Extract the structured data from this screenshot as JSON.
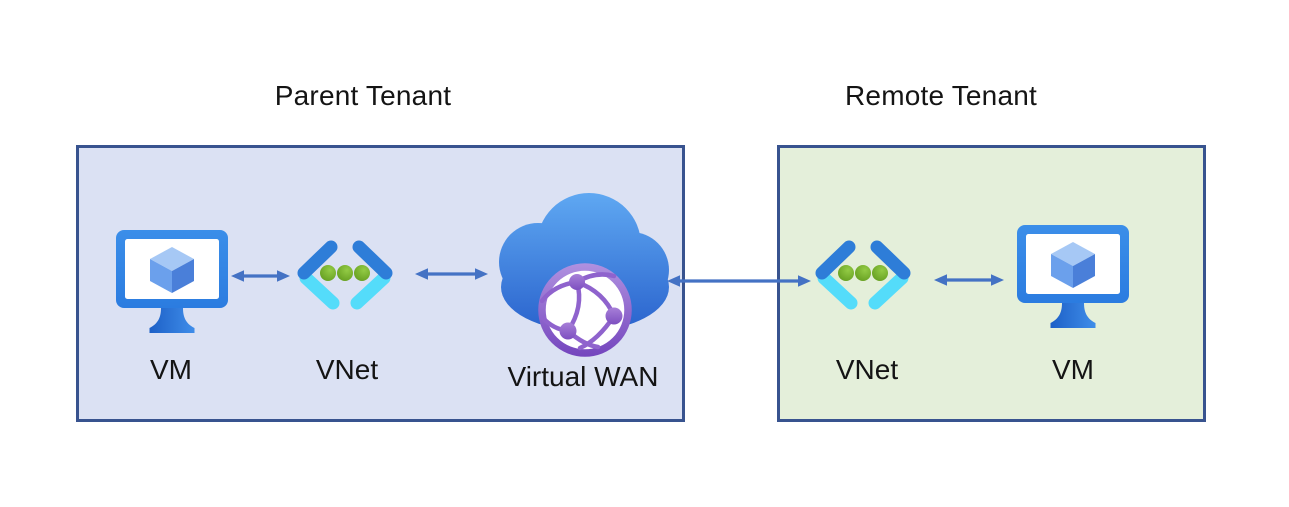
{
  "diagram": {
    "tenants": [
      {
        "title": "Parent Tenant",
        "box_fill": "#dbe1f3",
        "box_border": "#38538f",
        "nodes": [
          {
            "label": "VM",
            "icon": "virtual-machine-icon"
          },
          {
            "label": "VNet",
            "icon": "virtual-network-icon"
          },
          {
            "label": "Virtual WAN",
            "icon": "virtual-wan-icon"
          }
        ]
      },
      {
        "title": "Remote Tenant",
        "box_fill": "#e4efda",
        "box_border": "#38538f",
        "nodes": [
          {
            "label": "VNet",
            "icon": "virtual-network-icon"
          },
          {
            "label": "VM",
            "icon": "virtual-machine-icon"
          }
        ]
      }
    ],
    "connections": [
      {
        "from": "parent.vm",
        "to": "parent.vnet",
        "style": "double-arrow"
      },
      {
        "from": "parent.vnet",
        "to": "parent.virtual-wan",
        "style": "double-arrow"
      },
      {
        "from": "parent.virtual-wan",
        "to": "remote.vnet",
        "style": "double-arrow"
      },
      {
        "from": "remote.vnet",
        "to": "remote.vm",
        "style": "double-arrow"
      }
    ],
    "colors": {
      "arrow": "#4472c4",
      "box_border": "#38538f",
      "parent_box_fill": "#dbe1f3",
      "remote_box_fill": "#e4efda",
      "vm_frame_blue": "#2f86e8",
      "vnet_blue": "#2e7dd8",
      "vnet_cyan": "#54dcfa",
      "vnet_dot_green": "#6faf28",
      "cloud_blue_top": "#5fa8f2",
      "cloud_blue_bottom": "#2a63cd",
      "wan_globe_purple": "#8055c5",
      "title_text": "#141414"
    }
  }
}
